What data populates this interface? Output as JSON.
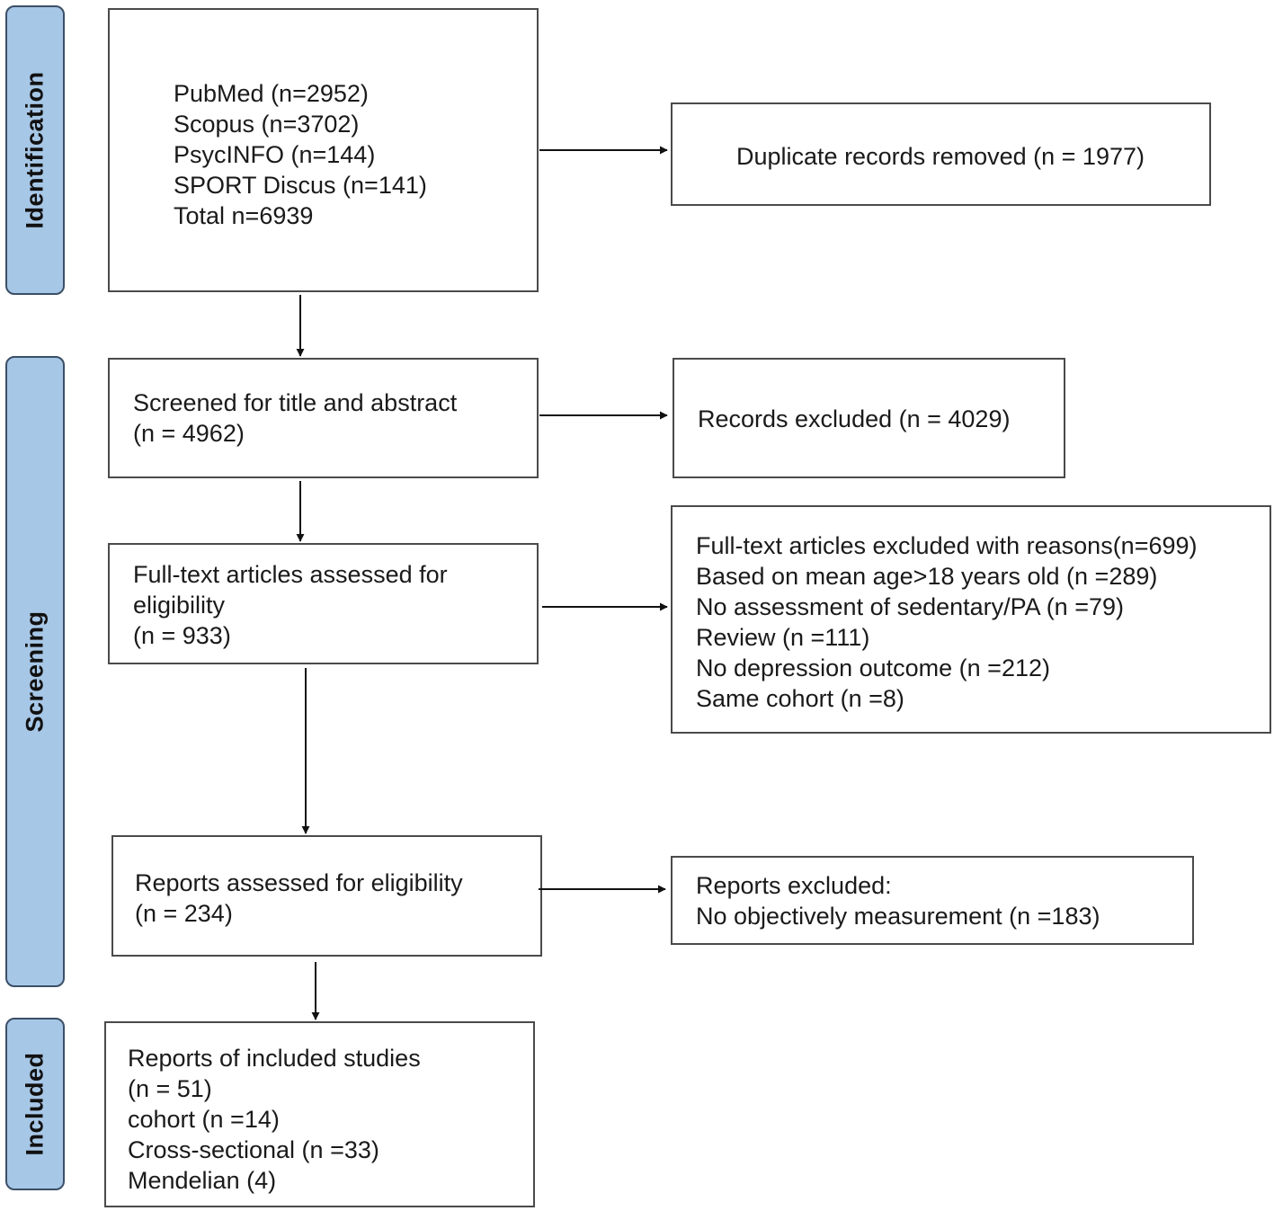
{
  "stages": {
    "identification": "Identification",
    "screening": "Screening",
    "included": "Included"
  },
  "boxes": {
    "databases": {
      "lines": [
        "PubMed (n=2952)",
        "Scopus (n=3702)",
        "PsycINFO (n=144)",
        "SPORT Discus (n=141)",
        "Total n=6939"
      ]
    },
    "duplicates": {
      "lines": [
        "Duplicate records removed (n = 1977)"
      ]
    },
    "screened": {
      "lines": [
        "Screened for title and abstract",
        "(n = 4962)"
      ]
    },
    "records_excluded": {
      "lines": [
        "Records excluded (n = 4029)"
      ]
    },
    "fulltext_assessed": {
      "lines": [
        "Full-text articles assessed for",
        "eligibility",
        "(n = 933)"
      ]
    },
    "fulltext_excluded": {
      "lines": [
        "Full-text articles excluded with reasons(n=699)",
        "Based on mean age>18 years old (n =289)",
        "No assessment of sedentary/PA (n =79)",
        "Review (n =111)",
        "No depression outcome (n =212)",
        "Same cohort (n =8)"
      ]
    },
    "reports_assessed": {
      "lines": [
        "Reports assessed for eligibility",
        "(n = 234)"
      ]
    },
    "reports_excluded": {
      "lines": [
        "Reports excluded:",
        "No objectively measurement (n =183)"
      ]
    },
    "included": {
      "lines": [
        "Reports of included studies",
        "(n = 51)",
        "cohort (n =14)",
        "Cross-sectional (n =33)",
        "Mendelian (4)"
      ]
    }
  },
  "colors": {
    "stage_fill": "#a7c7e7",
    "stage_border": "#3b4f66",
    "box_border": "#4a4a4a",
    "arrow": "#111111"
  }
}
